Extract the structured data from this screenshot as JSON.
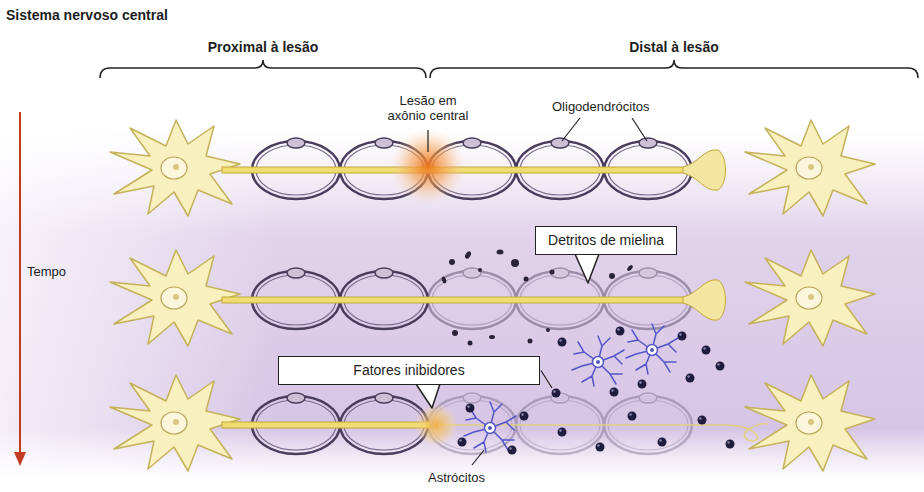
{
  "diagram": {
    "title": "Sistema nervoso central",
    "nodes": [
      {
        "text": [
          "Detritos de mielina"
        ]
      },
      {
        "text": [
          "Fatores inibidores"
        ]
      }
    ],
    "labels": [
      "Proximal à lesão",
      "Distal à lesão",
      "Lesão em axônio central",
      "Oligodendrócitos",
      "Tempo",
      "Astrócitos"
    ]
  }
}
